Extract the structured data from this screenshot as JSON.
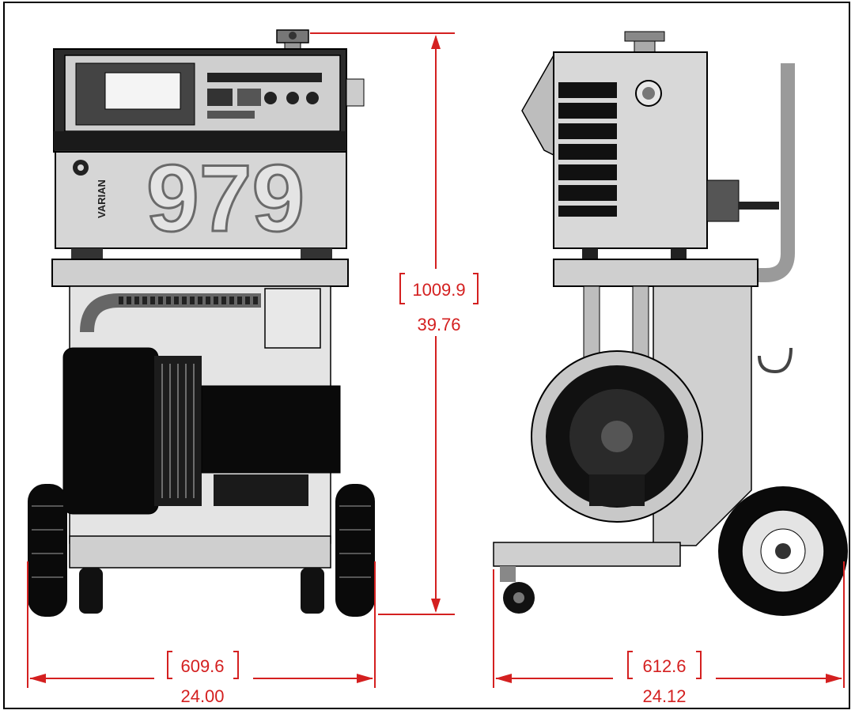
{
  "front_view": {
    "model_number": "979",
    "brand_vertical": "VARIAN"
  },
  "dimensions": {
    "height": {
      "metric": "1009.9",
      "imperial": "39.76"
    },
    "width_front": {
      "metric": "609.6",
      "imperial": "24.00"
    },
    "depth_side": {
      "metric": "612.6",
      "imperial": "24.12"
    }
  },
  "colors": {
    "dimension": "#d42020",
    "body_light": "#d9d9d9",
    "body_mid": "#a8a8a8",
    "dark": "#111111"
  }
}
